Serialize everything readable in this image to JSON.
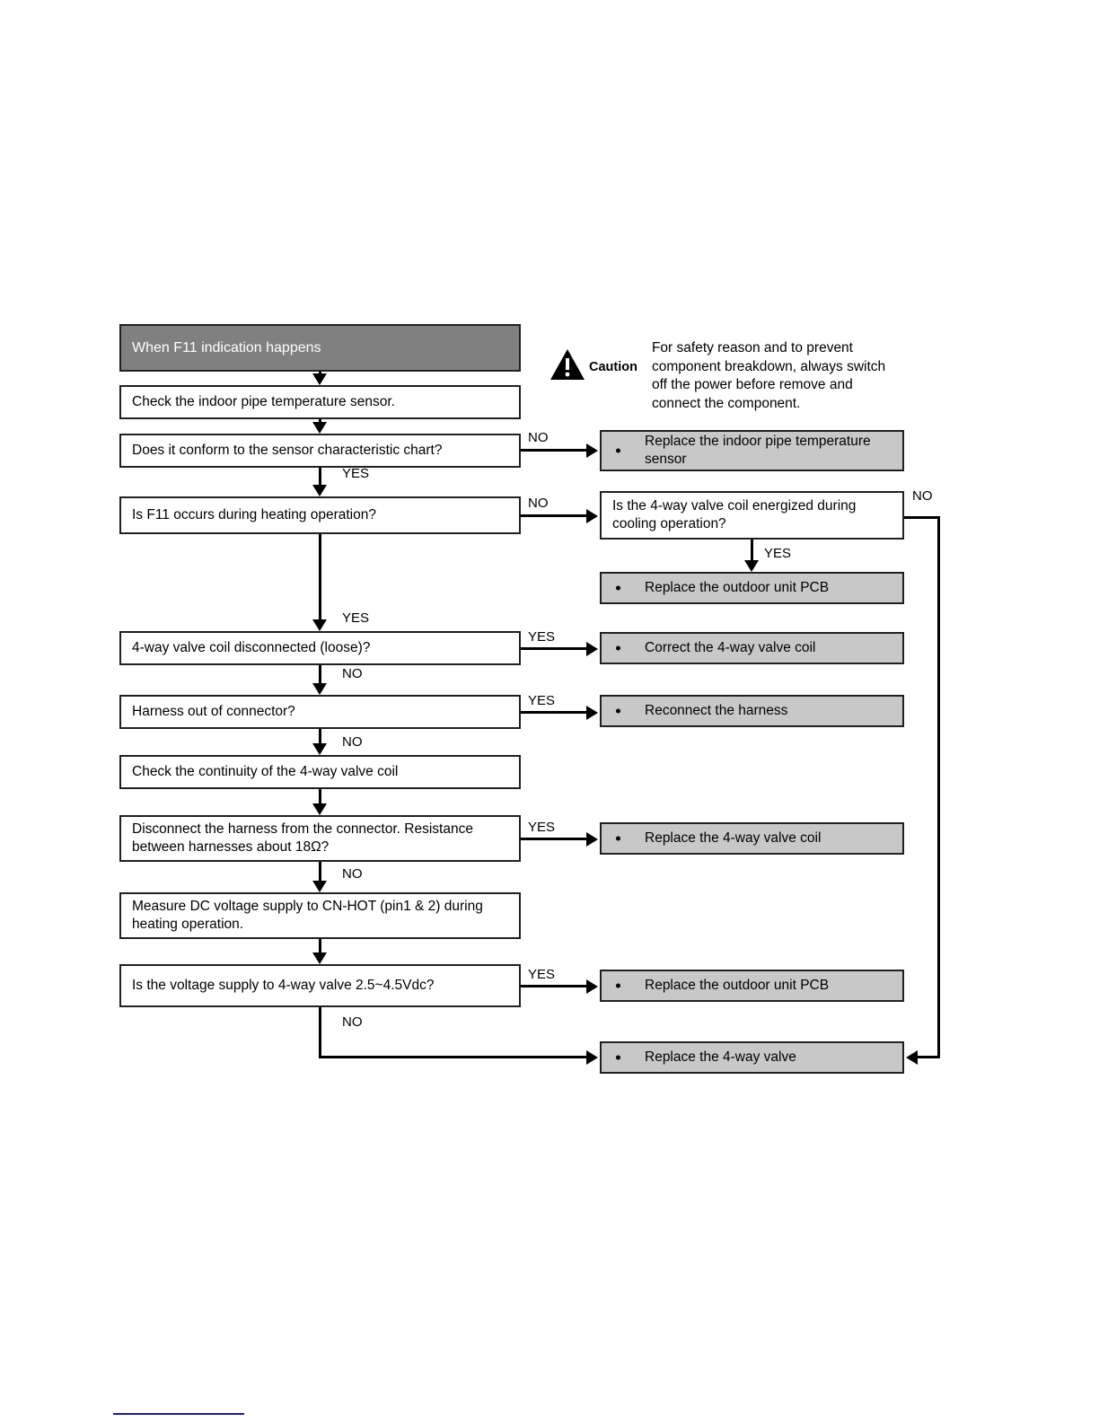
{
  "caution": {
    "icon": "warning-triangle-icon",
    "label": "Caution",
    "text": "For safety reason and to prevent\ncomponent breakdown, always switch\noff the power before remove and\nconnect the component."
  },
  "flow": {
    "header": "When F11 indication happens",
    "steps": [
      {
        "id": "check-sensor",
        "text": "Check the indoor pipe temperature sensor."
      },
      {
        "id": "conform-chart",
        "text": "Does it conform to the sensor characteristic chart?"
      },
      {
        "id": "f11-heating",
        "text": "Is F11 occurs during heating operation?"
      },
      {
        "id": "coil-disconnected",
        "text": "4-way valve coil disconnected (loose)?"
      },
      {
        "id": "harness-out",
        "text": "Harness out of connector?"
      },
      {
        "id": "check-continuity",
        "text": "Check the continuity of the 4-way valve coil"
      },
      {
        "id": "resistance",
        "text": "Disconnect the harness from the connector. Resistance\nbetween harnesses about 18Ω?"
      },
      {
        "id": "measure-dc",
        "text": "Measure DC voltage supply to CN-HOT (pin1 & 2) during\nheating operation."
      },
      {
        "id": "voltage-supply",
        "text": "Is the voltage supply to 4-way valve 2.5~4.5Vdc?"
      }
    ],
    "right_steps": [
      {
        "id": "coil-energized",
        "text": "Is the 4-way valve coil energized during\ncooling operation?"
      }
    ],
    "actions": [
      {
        "id": "replace-sensor",
        "text": "Replace the indoor pipe temperature\nsensor"
      },
      {
        "id": "replace-pcb-top",
        "text": "Replace the outdoor unit PCB"
      },
      {
        "id": "correct-coil",
        "text": "Correct the 4-way valve coil"
      },
      {
        "id": "reconnect-harness",
        "text": "Reconnect the harness"
      },
      {
        "id": "replace-coil",
        "text": "Replace the 4-way valve coil"
      },
      {
        "id": "replace-pcb-bottom",
        "text": "Replace the outdoor unit PCB"
      },
      {
        "id": "replace-valve",
        "text": "Replace the 4-way valve"
      }
    ],
    "edge_labels": {
      "yes": "YES",
      "no": "NO"
    }
  },
  "colors": {
    "header_fill": "#808080",
    "action_fill": "#c8c8c8",
    "box_stroke": "#231f20",
    "rule": "#1a1a8c"
  }
}
